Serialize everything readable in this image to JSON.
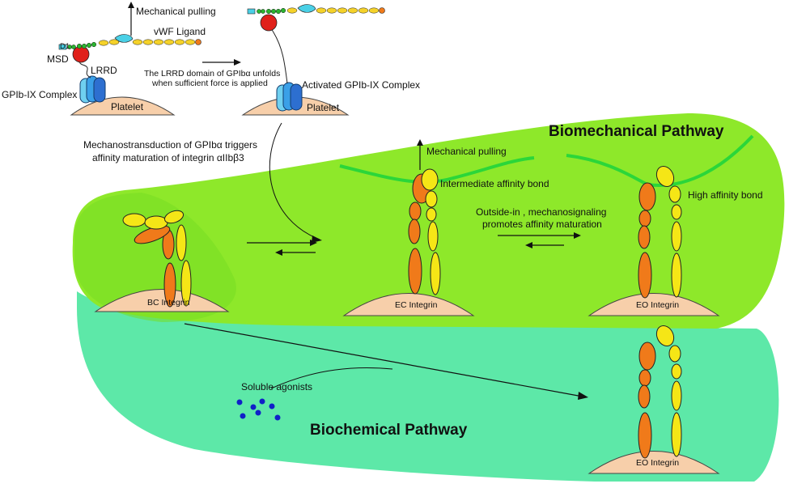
{
  "labels": {
    "mechanical_pulling_top": "Mechanical pulling",
    "vwf_ligand": "vWF Ligand",
    "msd": "MSD",
    "lrrd": "LRRD",
    "gpib_ix_complex": "GPIb-IX Complex",
    "platelet_left": "Platelet",
    "lrrd_unfolds_line1": "The LRRD domain of GPIbα unfolds",
    "lrrd_unfolds_line2": "when sufficient force is applied",
    "activated_complex": "Activated GPIb-IX Complex",
    "platelet_right": "Platelet",
    "mechanotransduction_line1": "Mechanostransduction of GPIbα triggers",
    "mechanotransduction_line2": "affinity maturation of integrin αIIbβ3",
    "biomechanical_pathway": "Biomechanical Pathway",
    "mechanical_pulling_mid": "Mechanical pulling",
    "intermediate_affinity": "Intermediate affinity bond",
    "high_affinity": "High affinity bond",
    "outside_in_line1": "Outside-in , mechanosignaling",
    "outside_in_line2": "promotes affinity maturation",
    "bc_integrin": "BC Integrin",
    "ec_integrin": "EC Integrin",
    "eo_integrin_top": "EO Integrin",
    "soluble_agonists": "Soluble agonists",
    "biochemical_pathway": "Biochemical Pathway",
    "eo_integrin_bottom": "EO Integrin",
    "d1_tag": "D1"
  },
  "colors": {
    "biomechanical_region": "#8ee82a",
    "biochemical_region": "#5de8a8",
    "platelet": "#f7cfaa",
    "alpha_subunit": "#f07a1a",
    "beta_subunit": "#f5e616",
    "gpib_blue": "#2d8ad9",
    "msd_red": "#e0201a",
    "ligand_yellow": "#f5d22a",
    "ligand_green": "#2bb530",
    "agonist_dots": "#1020c8",
    "pulling_bar": "#2bd63a"
  }
}
